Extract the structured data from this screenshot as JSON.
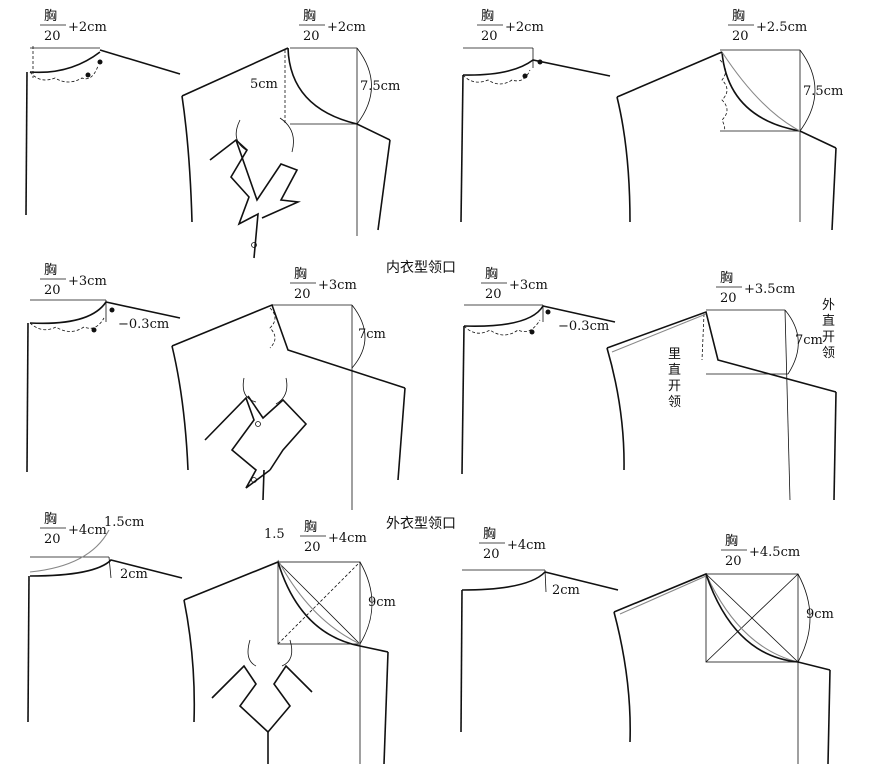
{
  "captions": {
    "inner": "内衣型领口",
    "outer": "外衣型领口"
  },
  "frac": {
    "num": "胸",
    "den": "20"
  },
  "panels": [
    {
      "add": "+2cm"
    },
    {
      "add": "+2cm",
      "m1": "5cm",
      "m2": "7.5cm"
    },
    {
      "add": "+2cm"
    },
    {
      "add": "+2.5cm",
      "m1": "7.5cm"
    },
    {
      "add": "+3cm",
      "m1": "−0.3cm"
    },
    {
      "add": "+3cm",
      "m1": "7cm"
    },
    {
      "add": "+3cm",
      "m1": "−0.3cm"
    },
    {
      "add": "+3.5cm",
      "m1": "7cm",
      "v1": "外直开领",
      "v2": "里直开领"
    },
    {
      "add": "+4cm",
      "m1": "1.5cm",
      "m2": "2cm"
    },
    {
      "add": "+4cm",
      "m1": "1.5",
      "m2": "9cm"
    },
    {
      "add": "+4cm",
      "m1": "2cm"
    },
    {
      "add": "+4.5cm",
      "m1": "9cm"
    }
  ]
}
